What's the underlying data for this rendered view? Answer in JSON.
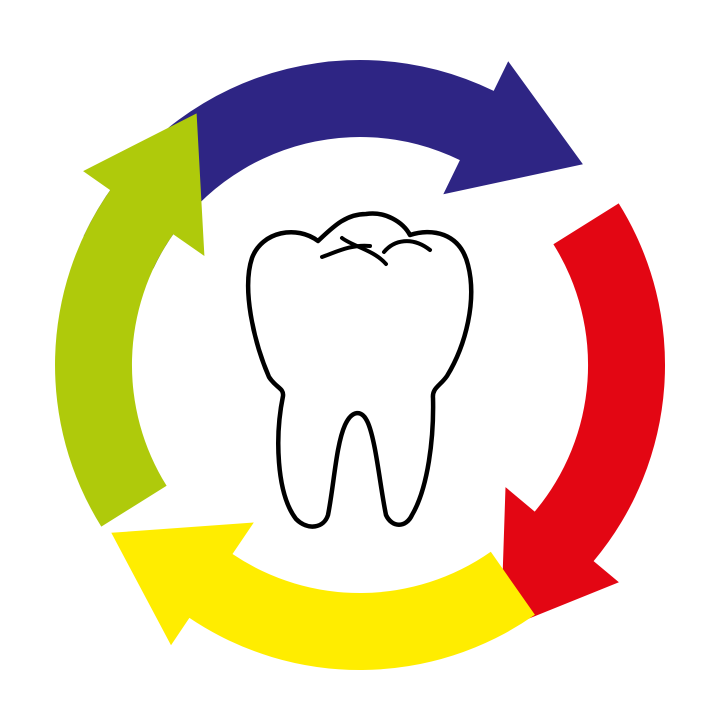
{
  "diagram": {
    "type": "cycle",
    "center_icon": "tooth-icon",
    "arrows": [
      {
        "name": "blue-arrow",
        "color": "#2e2584"
      },
      {
        "name": "red-arrow",
        "color": "#e30613"
      },
      {
        "name": "yellow-arrow",
        "color": "#ffed00"
      },
      {
        "name": "green-arrow",
        "color": "#afca0b"
      }
    ],
    "outline_color": "#000000",
    "tooth_fill": "#ffffff"
  }
}
